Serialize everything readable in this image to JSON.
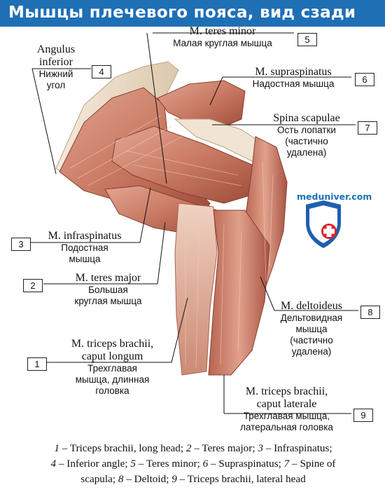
{
  "title": "Мышцы плечевого пояса, вид сзади",
  "watermark": "meduniver.com",
  "labels": {
    "teres_minor": {
      "latin": "M. teres minor",
      "russian": "Малая круглая мышца",
      "number": "5"
    },
    "angulus_inferior": {
      "latin1": "Angulus",
      "latin2": "inferior",
      "russian1": "Нижний",
      "russian2": "угол",
      "number": "4"
    },
    "supraspinatus": {
      "latin": "M. supraspinatus",
      "russian": "Надостная мышца",
      "number": "6"
    },
    "spina_scapulae": {
      "latin": "Spina scapulae",
      "russian1": "Ость лопатки",
      "russian2": "(частично",
      "russian3": "удалена)",
      "number": "7"
    },
    "infraspinatus": {
      "latin": "M. infraspinatus",
      "russian1": "Подостная",
      "russian2": "мышца",
      "number": "3"
    },
    "teres_major": {
      "latin": "M. teres major",
      "russian1": "Большая",
      "russian2": "круглая мышца",
      "number": "2"
    },
    "deltoideus": {
      "latin": "M. deltoideus",
      "russian1": "Дельтовидная",
      "russian2": "мышца",
      "russian3": "(частично",
      "russian4": "удалена)",
      "number": "8"
    },
    "triceps_longum": {
      "latin1": "M. triceps brachii,",
      "latin2": "caput longum",
      "russian1": "Трехглавая",
      "russian2": "мышца, длинная",
      "russian3": "головка",
      "number": "1"
    },
    "triceps_laterale": {
      "latin1": "M. triceps brachii,",
      "latin2": "caput laterale",
      "russian1": "Трехглавая мышца,",
      "russian2": "латеральная головка",
      "number": "9"
    }
  },
  "caption": {
    "line1": [
      {
        "n": "1",
        "t": " – Triceps brachii, long head; "
      },
      {
        "n": "2",
        "t": " – Teres major; "
      },
      {
        "n": "3",
        "t": " – Infraspinatus;"
      }
    ],
    "line2": [
      {
        "n": "4",
        "t": " – Inferior angle; "
      },
      {
        "n": "5",
        "t": " – Teres minor;  "
      },
      {
        "n": "6",
        "t": " – Supraspinatus; "
      },
      {
        "n": "7",
        "t": " – Spine of"
      }
    ],
    "line3": [
      {
        "n": "",
        "t": "scapula; "
      },
      {
        "n": "8",
        "t": " – Deltoid; "
      },
      {
        "n": "9",
        "t": " – Triceps brachii, lateral head"
      }
    ]
  },
  "colors": {
    "title_bg": "#1f6fb5",
    "muscle": "#c97a64",
    "muscle_dark": "#9c4a38",
    "tendon": "#efe2cf",
    "shield_blue": "#1f5fb0",
    "shield_red": "#d8252a"
  }
}
